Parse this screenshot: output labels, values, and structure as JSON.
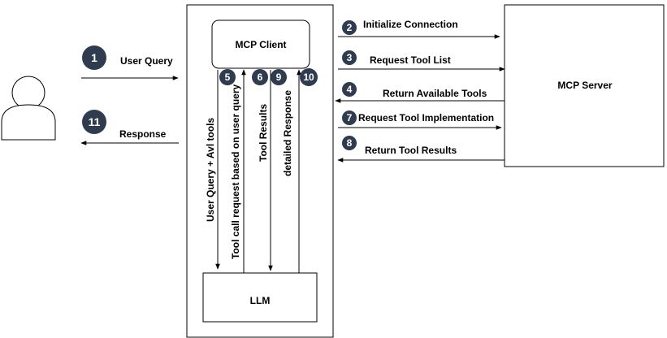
{
  "colors": {
    "badge": "#2f3b4e",
    "stroke": "#000000",
    "background": "#ffffff"
  },
  "nodes": {
    "mcp_client": "MCP Client",
    "mcp_server": "MCP Server",
    "llm": "LLM",
    "user_icon": "user-icon"
  },
  "steps": [
    {
      "num": "1",
      "label": "User Query"
    },
    {
      "num": "2",
      "label": "Initialize Connection"
    },
    {
      "num": "3",
      "label": "Request Tool List"
    },
    {
      "num": "4",
      "label": "Return Available Tools"
    },
    {
      "num": "5",
      "label": "User Query + Avl tools"
    },
    {
      "num": "6",
      "label": "Tool Results"
    },
    {
      "num": "7",
      "label": "Request Tool Implementation"
    },
    {
      "num": "8",
      "label": "Return Tool Results"
    },
    {
      "num": "9",
      "label": "Tool call request based on user query"
    },
    {
      "num": "10",
      "label": "detailed Response"
    },
    {
      "num": "11",
      "label": "Response"
    }
  ]
}
